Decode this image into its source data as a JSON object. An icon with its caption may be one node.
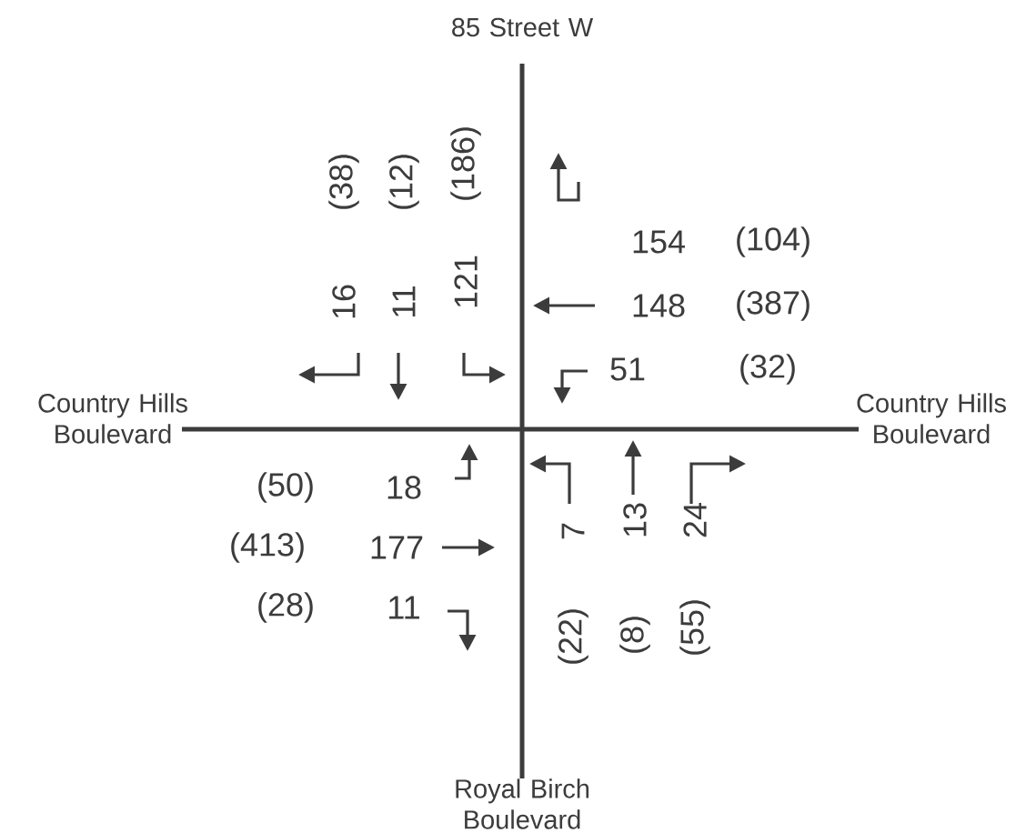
{
  "diagram": {
    "labels": [
      "85 Street W",
      "(38)",
      "(12)",
      "(186)",
      "16",
      "11",
      "121",
      "154",
      "(104)",
      "148",
      "(387)",
      "51",
      "(32)",
      "Country Hills Boulevard",
      "Country Hills Boulevard",
      "(50)",
      "18",
      "(413)",
      "177",
      "(28)",
      "11",
      "7",
      "13",
      "24",
      "(22)",
      "(8)",
      "(55)",
      "Royal Birch Boulevard"
    ]
  }
}
